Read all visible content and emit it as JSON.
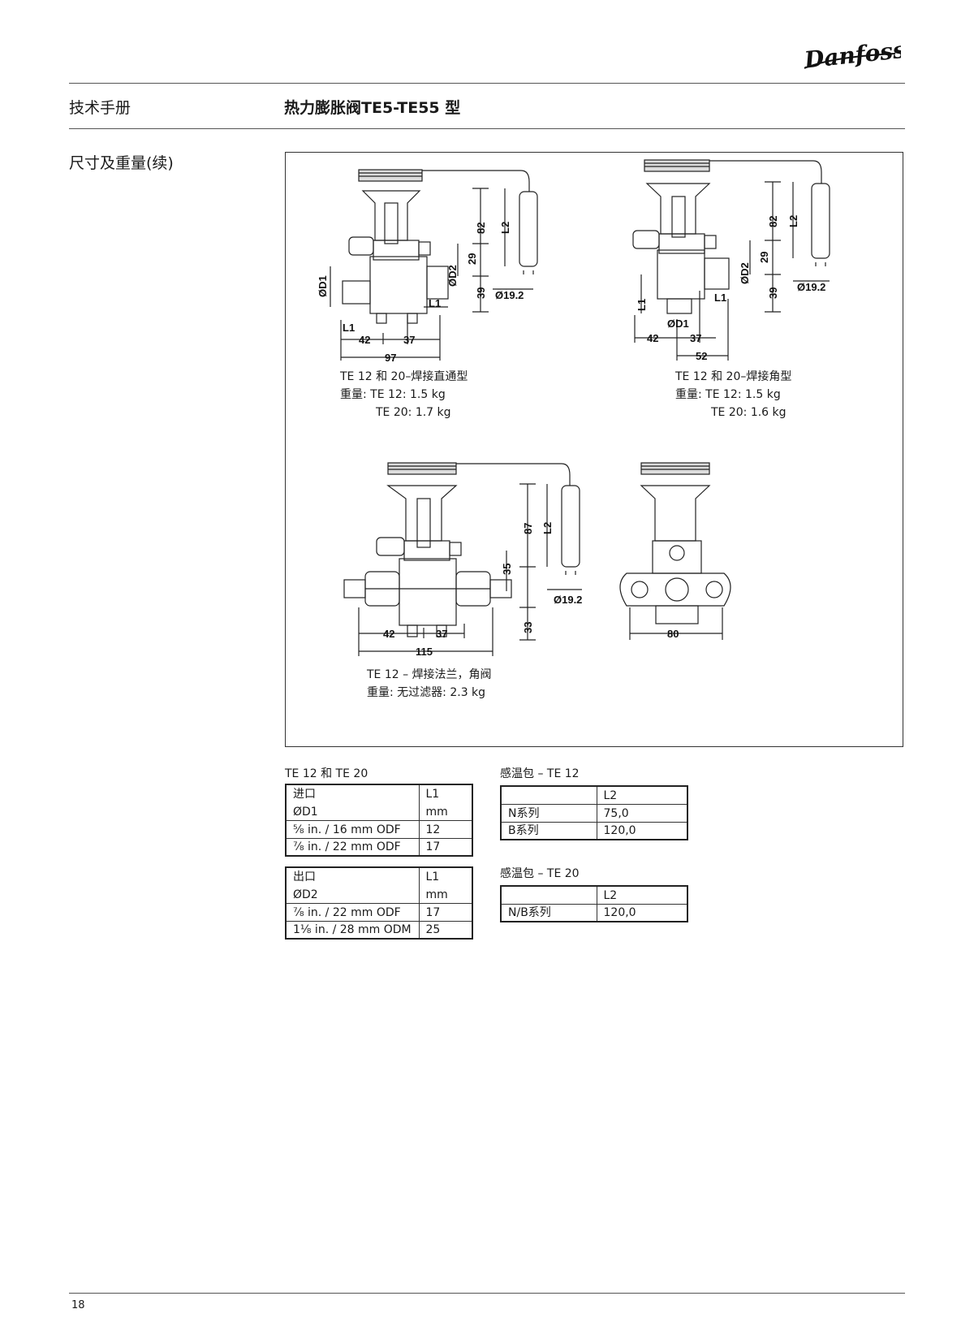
{
  "header": {
    "brand": "Danfoss",
    "left_title": "技术手册",
    "right_title": "热力膨胀阀TE5-TE55 型"
  },
  "section_title": "尺寸及重量(续)",
  "figures": {
    "fig1": {
      "caption": "TE 12 和 20–焊接直通型",
      "weight_label": "重量:",
      "weight_1": "TE 12: 1.5 kg",
      "weight_2": "TE 20: 1.7 kg",
      "dims": {
        "a": "82",
        "b": "L2",
        "c": "29",
        "d": "39",
        "e": "ØD2",
        "f": "ØD1",
        "g": "L1",
        "h": "L1",
        "i": "42",
        "j": "37",
        "k": "97",
        "l": "Ø19.2"
      }
    },
    "fig2": {
      "caption": "TE 12 和 20–焊接角型",
      "weight_label": "重量:",
      "weight_1": "TE 12: 1.5 kg",
      "weight_2": "TE 20: 1.6 kg",
      "dims": {
        "a": "82",
        "b": "L2",
        "c": "29",
        "d": "39",
        "e": "ØD2",
        "f": "ØD1",
        "g": "L1",
        "h": "L1",
        "i": "42",
        "j": "37",
        "k": "52",
        "l": "Ø19.2"
      }
    },
    "fig3": {
      "caption": "TE 12 – 焊接法兰，角阀",
      "weight_label": "重量:",
      "weight_1": "无过滤器: 2.3 kg",
      "dims": {
        "a": "87",
        "b": "L2",
        "c": "35",
        "d": "33",
        "i": "42",
        "j": "37",
        "k": "115",
        "l": "Ø19.2"
      }
    },
    "fig4": {
      "dims": {
        "k": "80"
      }
    }
  },
  "tables": {
    "inlet": {
      "title": "TE 12 和 TE 20",
      "header": [
        "进口",
        "L1"
      ],
      "subheader": [
        "ØD1",
        "mm"
      ],
      "rows": [
        [
          "⅝ in. / 16 mm ODF",
          "12"
        ],
        [
          "⅞ in. / 22 mm ODF",
          "17"
        ]
      ]
    },
    "outlet": {
      "header": [
        "出口",
        "L1"
      ],
      "subheader": [
        "ØD2",
        "mm"
      ],
      "rows": [
        [
          "⅞ in. / 22 mm ODF",
          "17"
        ],
        [
          "1⅛ in. / 28 mm ODM",
          "25"
        ]
      ]
    },
    "bulb_te12": {
      "title": "感温包 – TE 12",
      "header": [
        "",
        "L2"
      ],
      "rows": [
        [
          "N系列",
          "75,0"
        ],
        [
          "B系列",
          "120,0"
        ]
      ]
    },
    "bulb_te20": {
      "title": "感温包 – TE 20",
      "header": [
        "",
        "L2"
      ],
      "rows": [
        [
          "N/B系列",
          "120,0"
        ]
      ]
    }
  },
  "page_number": "18"
}
